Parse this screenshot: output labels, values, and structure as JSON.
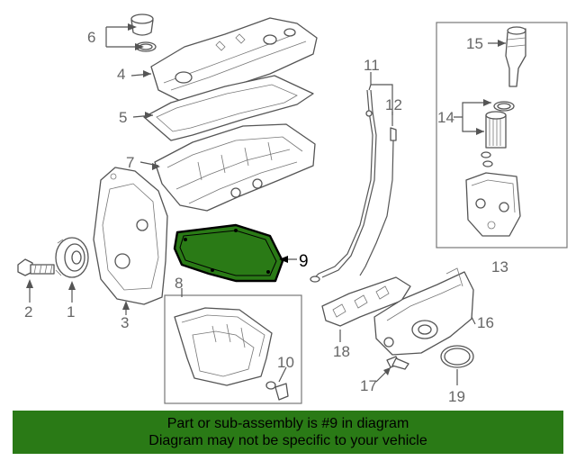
{
  "callouts": [
    "1",
    "2",
    "3",
    "4",
    "5",
    "6",
    "7",
    "8",
    "9",
    "10",
    "11",
    "12",
    "13",
    "14",
    "15",
    "16",
    "17",
    "18",
    "19"
  ],
  "highlight_color": "#2a7a16",
  "banner": {
    "line1": "Part or sub-assembly is #9 in diagram",
    "line2": "Diagram may not be specific to your vehicle"
  }
}
